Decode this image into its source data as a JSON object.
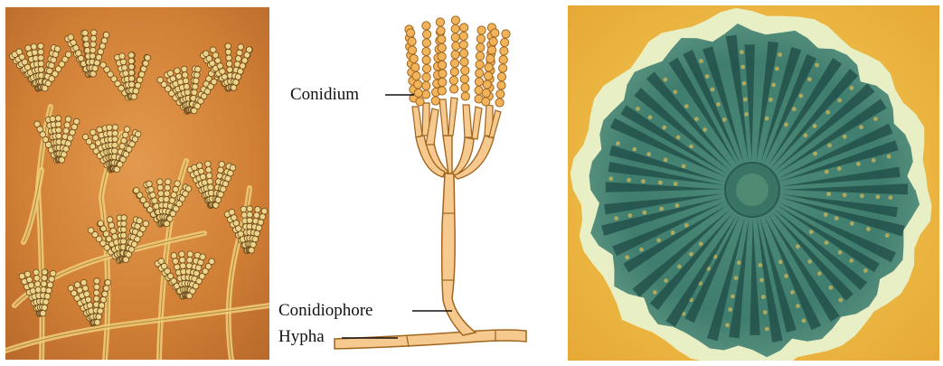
{
  "labels": {
    "conidium": "Conidium",
    "conidiophore": "Conidiophore",
    "hypha": "Hypha"
  },
  "colors": {
    "micro_background": "#d98a3e",
    "micro_structure": "#e8c46a",
    "diagram_fill": "#f6c98e",
    "diagram_stroke": "#a0651f",
    "spore_fill": "#f2b45a",
    "colony_background": "#f0c24a",
    "colony_rim": "#e9efc4",
    "colony_green": "#3f7d6e",
    "colony_dark": "#1f4b45"
  }
}
